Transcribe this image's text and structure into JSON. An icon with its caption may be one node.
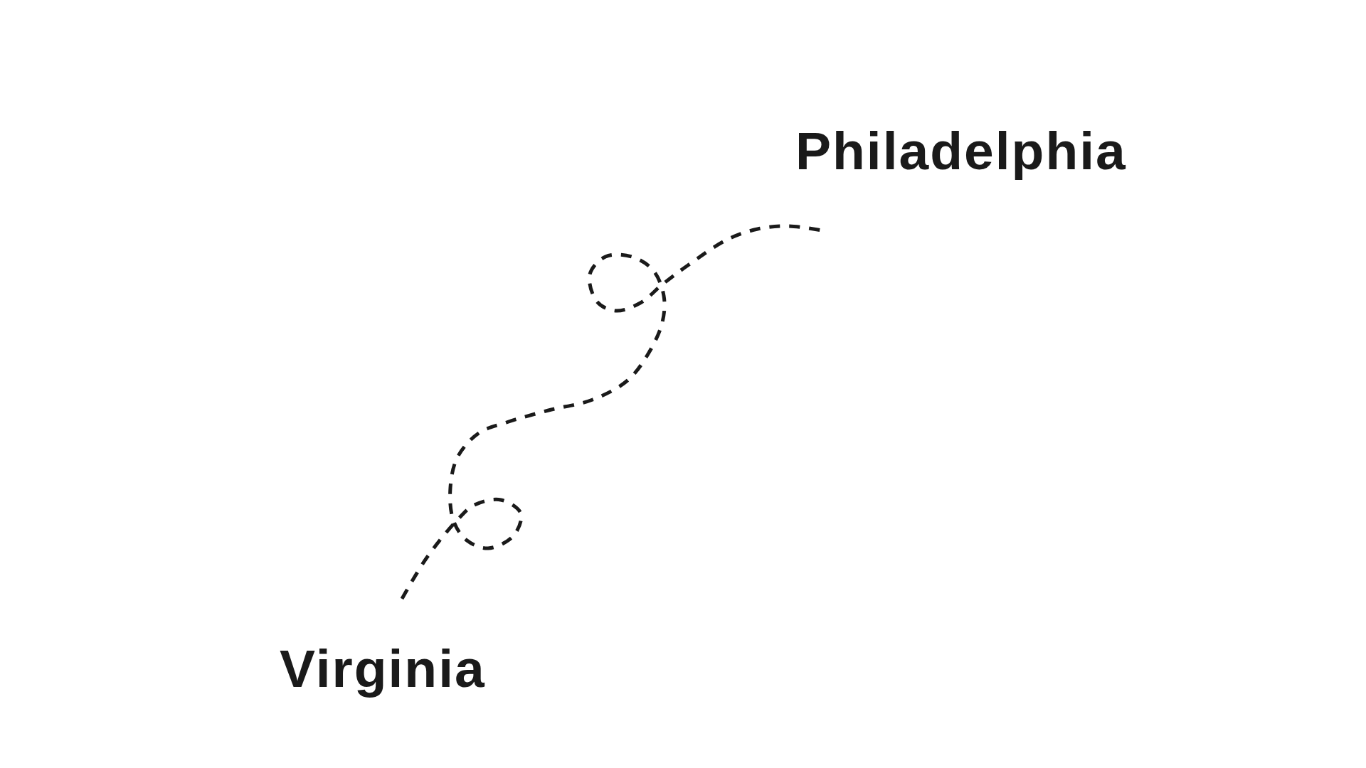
{
  "diagram": {
    "nodes": [
      {
        "text": [
          "Philadelphia"
        ]
      },
      {
        "text": [
          "Virginia"
        ]
      }
    ],
    "edges": [
      {
        "from": 1,
        "to": 0,
        "arrow": "none",
        "style": "dashed"
      }
    ]
  }
}
